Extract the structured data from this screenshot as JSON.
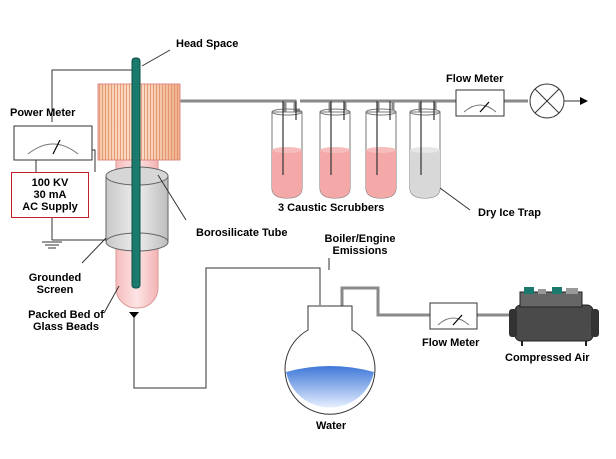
{
  "labels": {
    "head_space": "Head Space",
    "power_meter": "Power Meter",
    "flow_meter_top": "Flow Meter",
    "supply_line1": "100 KV",
    "supply_line2": "30 mA",
    "supply_line3": "AC Supply",
    "scrubbers": "3 Caustic Scrubbers",
    "dry_ice_trap": "Dry Ice Trap",
    "borosilicate_tube": "Borosilicate Tube",
    "boiler_line1": "Boiler/Engine",
    "boiler_line2": "Emissions",
    "grounded_line1": "Grounded",
    "grounded_line2": "Screen",
    "packed_line1": "Packed Bed of",
    "packed_line2": "Glass Beads",
    "flow_meter_bottom": "Flow Meter",
    "compressed_air": "Compressed Air",
    "water": "Water"
  },
  "colors": {
    "pipe": "#8a8a8a",
    "electrode": "#1a7a6e",
    "head_space_fill": "#f2b98f",
    "tube_fill": "#f7c6c6",
    "caustic_liquid": "#f4a8a8",
    "trap_liquid": "#d8d8d8",
    "water": "#6f9fe8",
    "supply_border": "#c0202a"
  },
  "icons": {
    "pump": "circle-x-pump-icon",
    "meter": "gauge-needle-icon",
    "compressor": "air-compressor-icon",
    "ground": "ground-symbol-icon"
  }
}
